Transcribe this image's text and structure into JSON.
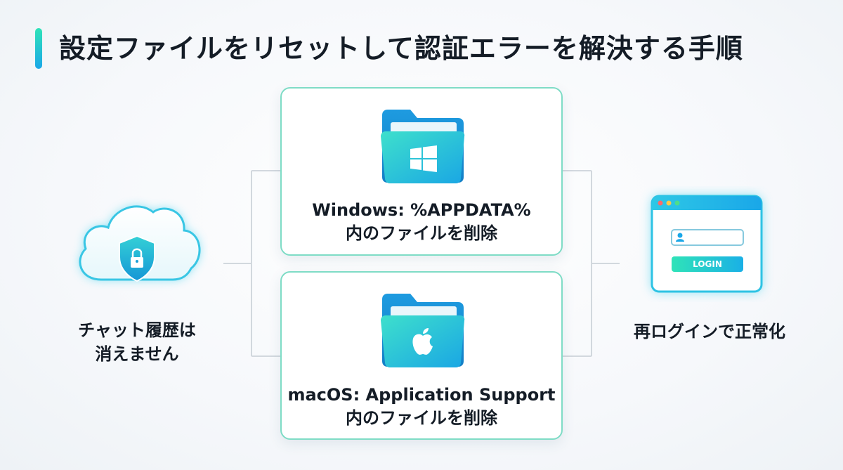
{
  "title": "設定ファイルをリセットして認証エラーを解決する手順",
  "left": {
    "icon": "cloud-shield-lock-icon",
    "line1": "チャット履歴は",
    "line2": "消えません"
  },
  "steps": [
    {
      "icon": "windows-folder-icon",
      "line1": "Windows: %APPDATA%",
      "line2": "内のファイルを削除"
    },
    {
      "icon": "apple-folder-icon",
      "line1": "macOS: Application Support",
      "line2": "内のファイルを削除"
    }
  ],
  "right": {
    "icon": "login-window-icon",
    "button_label": "LOGIN",
    "caption": "再ログインで正常化"
  },
  "colors": {
    "accent_teal": "#2fe3b8",
    "accent_blue": "#1aa7e8",
    "card_border": "#7fdcc6",
    "connector": "#d2d8de"
  }
}
